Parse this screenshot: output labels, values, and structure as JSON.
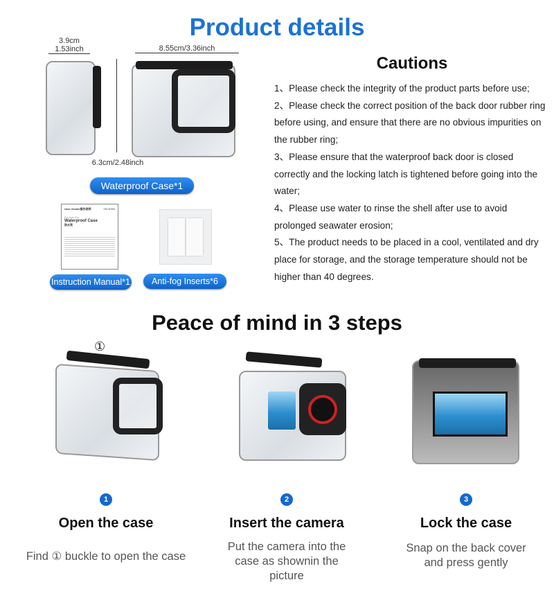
{
  "title": "Product details",
  "package": {
    "width_dim_cm": "3.9cm",
    "width_dim_inch": "1.53inch",
    "length_dim": "8.55cm/3.36inch",
    "height_dim": "6.3cm/2.48inch",
    "case_label": "Waterproof Case*1",
    "manual_label": "Instruction Manual*1",
    "manual_card": {
      "header": "User Guide/操作说明",
      "brand": "TELESIN",
      "subtitle": "For Ace Pro",
      "title": "Waterproof Case",
      "cn": "防水壳"
    },
    "antifog_label": "Anti-fog Inserts*6"
  },
  "cautions": {
    "title": "Cautions",
    "items": [
      "1、Please check the integrity of the product parts before use;",
      "2、Please check the correct position of the back door rubber ring before using, and ensure that there are no obvious impurities on the rubber ring;",
      "3、Please ensure that the waterproof back door is closed correctly and the locking latch is tightened before going into the water;",
      "4、Please use water to rinse the shell after use to avoid prolonged seawater erosion;",
      "5、The product needs to be placed in a cool, ventilated and dry place for storage, and the storage temperature should not be higher than 40 degrees."
    ]
  },
  "steps_title": "Peace of mind in 3 steps",
  "buckle_marker": "①",
  "steps": [
    {
      "num": "1",
      "title": "Open the case",
      "desc": "Find ① buckle to open the case"
    },
    {
      "num": "2",
      "title": "Insert the camera",
      "desc": "Put the camera into the case as shownin the picture"
    },
    {
      "num": "3",
      "title": "Lock the case",
      "desc": "Snap on the back cover and press gently"
    }
  ],
  "accent": "#1b72d6"
}
